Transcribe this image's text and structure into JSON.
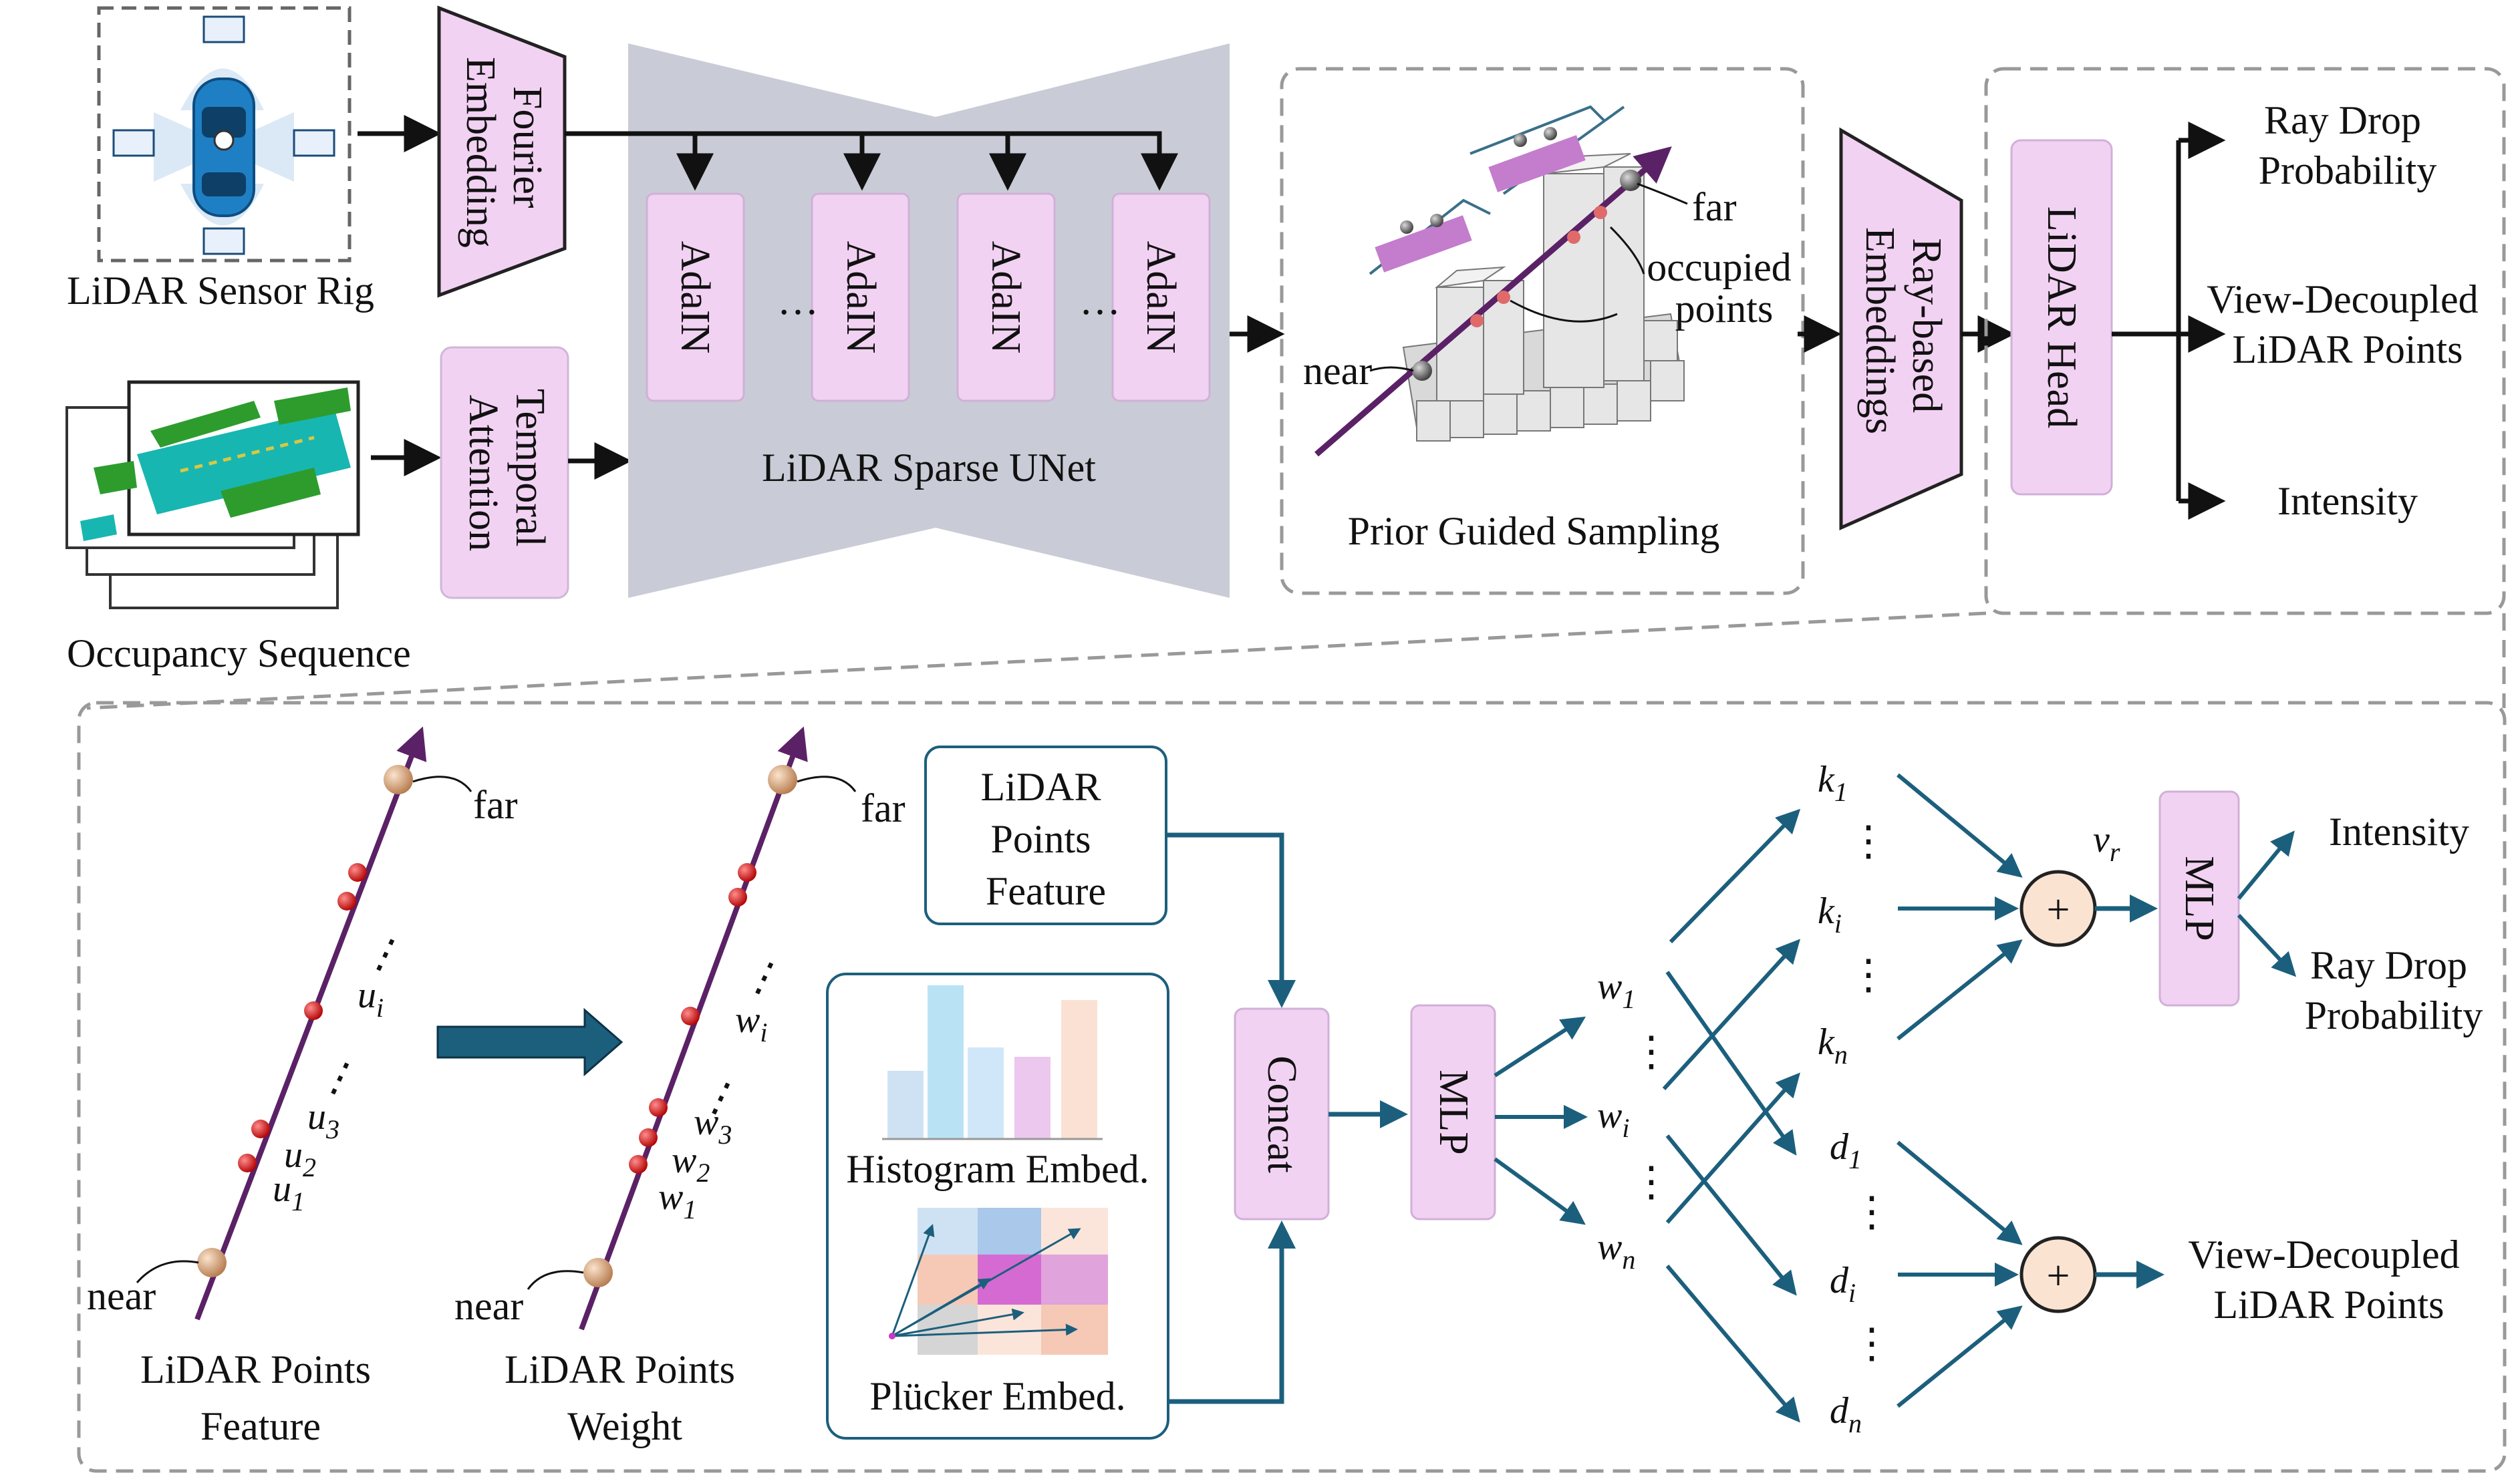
{
  "top": {
    "sensor_rig_label": "LiDAR Sensor Rig",
    "occupancy_label": "Occupancy Sequence",
    "fourier_embedding": [
      "Fourier",
      "Embedding"
    ],
    "temporal_attention": [
      "Temporal",
      "Attention"
    ],
    "adain": [
      "AdaIN",
      "AdaIN",
      "AdaIN",
      "AdaIN"
    ],
    "ellipsis": "…",
    "unet_label": "LiDAR Sparse UNet",
    "sampling_label": "Prior Guided Sampling",
    "far": "far",
    "near": "near",
    "occupied_points": [
      "occupied",
      "points"
    ],
    "ray_embeddings": [
      "Ray-based",
      "Embeddings"
    ],
    "lidar_head": "LiDAR Head",
    "outputs": [
      [
        "Ray Drop",
        "Probability"
      ],
      [
        "View-Decoupled",
        "LiDAR Points"
      ],
      [
        "Intensity"
      ]
    ]
  },
  "bottom": {
    "near": "near",
    "far": "far",
    "feature_label": [
      "LiDAR Points",
      "Feature"
    ],
    "weight_label": [
      "LiDAR Points",
      "Weight"
    ],
    "u_labels": [
      "u",
      "u",
      "u",
      "u"
    ],
    "u_subs": [
      "1",
      "2",
      "3",
      "i"
    ],
    "w_labels": [
      "w",
      "w",
      "w",
      "w"
    ],
    "w_subs": [
      "1",
      "2",
      "3",
      "i"
    ],
    "dots": "⋮",
    "points_feature_box": [
      "LiDAR",
      "Points",
      "Feature"
    ],
    "histogram_label": "Histogram Embed.",
    "plucker_label": "Plücker Embed.",
    "histogram_colors": [
      "#cfe2f3",
      "#b9e3f5",
      "#cfe7f8",
      "#ecc7ee",
      "#fbe1d3"
    ],
    "plucker_colors": [
      "#cfe2f3",
      "#a9c8ea",
      "#fbe5da",
      "#f5c9b6",
      "#d56ad3",
      "#e0a3dc",
      "#d5d5d5",
      "#fbe5da",
      "#f5c9b6"
    ],
    "concat": "Concat",
    "mlp": "MLP",
    "w_col": [
      "w",
      "w",
      "w"
    ],
    "w_col_subs": [
      "1",
      "i",
      "n"
    ],
    "k_col": [
      "k",
      "k",
      "k"
    ],
    "k_col_subs": [
      "1",
      "i",
      "n"
    ],
    "d_col": [
      "d",
      "d",
      "d"
    ],
    "d_col_subs": [
      "1",
      "i",
      "n"
    ],
    "plus": "+",
    "v_r": "v",
    "v_r_sub": "r",
    "mlp2": "MLP",
    "out_intensity": "Intensity",
    "out_raydrop": [
      "Ray Drop",
      "Probability"
    ],
    "out_points": [
      "View-Decoupled",
      "LiDAR Points"
    ]
  },
  "colors": {
    "block_pink": "#f2d2f2",
    "unet_gray": "#c9ccd6",
    "arrow_teal": "#1c5f7d",
    "ray_purple": "#5b2166",
    "point_red": "#e01616",
    "sphere": "#e0a578",
    "plus_fill": "#fbe3d2"
  }
}
